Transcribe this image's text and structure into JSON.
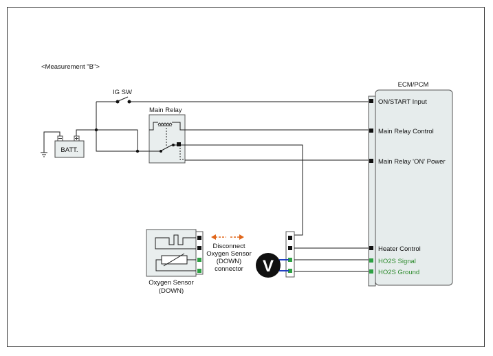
{
  "measurement_label": "<Measurement \"B\">",
  "ig_sw_label": "IG SW",
  "battery_label": "BATT.",
  "main_relay_label": "Main Relay",
  "ecm": {
    "title": "ECM/PCM",
    "pins": [
      {
        "label": "ON/START Input",
        "color": "#111111"
      },
      {
        "label": "Main Relay Control",
        "color": "#111111"
      },
      {
        "label": "Main Relay 'ON' Power",
        "color": "#111111"
      },
      {
        "label": "Heater Control",
        "color": "#111111"
      },
      {
        "label": "HO2S Signal",
        "color": "#2e8b2e"
      },
      {
        "label": "HO2S Ground",
        "color": "#2e8b2e"
      }
    ]
  },
  "sensor": {
    "label_line1": "Oxygen Sensor",
    "label_line2": "(DOWN)"
  },
  "disconnect_note": {
    "line1": "Disconnect",
    "line2": "Oxygen Sensor",
    "line3": "(DOWN)",
    "line4": "connector"
  },
  "voltmeter_label": "V",
  "colors": {
    "arrow": "#e0661a",
    "probe": "#1f3fbf",
    "ecm_fill": "#e6ecec",
    "component_fill": "#e9eeee",
    "green_pin": "#2ea043"
  }
}
